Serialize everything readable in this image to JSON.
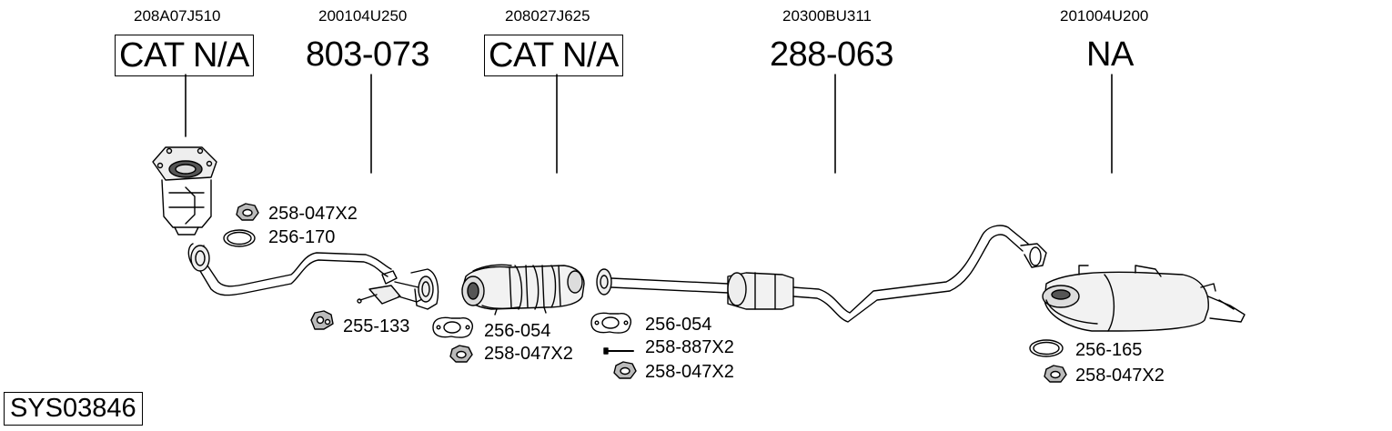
{
  "parts": [
    {
      "oem": "208A07J510",
      "ref": "CAT N/A"
    },
    {
      "oem": "200104U250",
      "ref": "803-073"
    },
    {
      "oem": "208027J625",
      "ref": "CAT N/A"
    },
    {
      "oem": "20300BU311",
      "ref": "288-063"
    },
    {
      "oem": "201004U200",
      "ref": "NA"
    }
  ],
  "accessories": [
    {
      "label": "258-047X2",
      "icon": "nut-icon"
    },
    {
      "label": "256-170",
      "icon": "ring-gasket-icon"
    },
    {
      "label": "255-133",
      "icon": "rubber-hanger-icon"
    },
    {
      "label": "256-054",
      "icon": "flange-gasket-icon"
    },
    {
      "label": "258-047X2",
      "icon": "nut-icon"
    },
    {
      "label": "256-054",
      "icon": "flange-gasket-icon"
    },
    {
      "label": "258-887X2",
      "icon": "bolt-icon"
    },
    {
      "label": "258-047X2",
      "icon": "nut-icon"
    },
    {
      "label": "256-165",
      "icon": "ring-gasket-icon"
    },
    {
      "label": "258-047X2",
      "icon": "nut-icon"
    }
  ],
  "system_code": "SYS03846"
}
